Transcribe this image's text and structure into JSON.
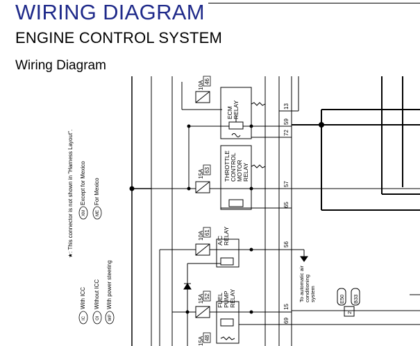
{
  "header": {
    "title": "WIRING DIAGRAM",
    "subtitle": "ENGINE CONTROL SYSTEM",
    "section": "Wiring Diagram"
  },
  "legend": {
    "note": "★: This connector is not shown in \"Harness Layout\".",
    "except_mexico": "Except for Mexico",
    "for_mexico": "For Mexico",
    "with_icc": "With ICC",
    "without_icc": "Without ICC",
    "with_power_steering": "With power steering",
    "code_xm": "XM",
    "code_me": "ME",
    "code_ic": "IC",
    "code_oi": "OI",
    "code_wp": "WP"
  },
  "fuses": [
    {
      "amp": "10A",
      "num": "46"
    },
    {
      "amp": "15A",
      "num": "63"
    },
    {
      "amp": "10A",
      "num": "61"
    },
    {
      "amp": "15A",
      "num": "52"
    },
    {
      "amp": "15A",
      "num": "48"
    }
  ],
  "relays": {
    "ecm": [
      "ECM",
      "RELAY"
    ],
    "throttle": [
      "THROTTLE",
      "CONTROL",
      "MOTOR",
      "RELAY"
    ],
    "ac": [
      "A/C",
      "RELAY"
    ],
    "fuel": [
      "FUEL",
      "PUMP",
      "RELAY"
    ]
  },
  "terminals": [
    "13",
    "59",
    "72",
    "57",
    "65",
    "56",
    "15",
    "69"
  ],
  "annotation": [
    "To automatic air",
    "conditioning",
    "system"
  ],
  "connectors": {
    "e50": "E50",
    "b33": "B33",
    "pin": "2"
  }
}
